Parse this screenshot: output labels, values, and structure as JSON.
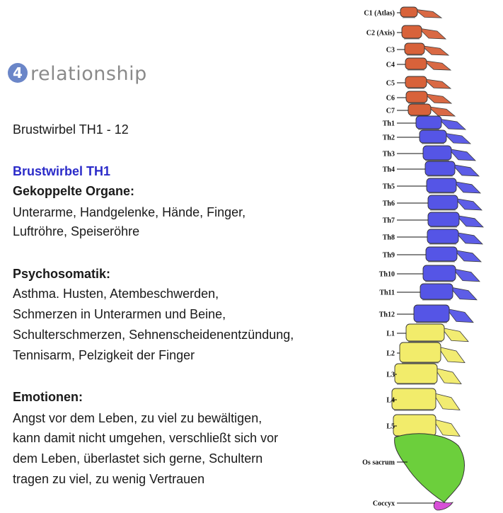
{
  "logo": {
    "mark": "4",
    "text": "relationship"
  },
  "intro": "Brustwirbel TH1 - 12",
  "heading": "Brustwirbel TH1",
  "organs": {
    "title": "Gekoppelte Organe:",
    "lines": [
      "Unterarme, Handgelenke, Hände,  Finger,",
      "Luftröhre, Speiseröhre"
    ]
  },
  "psycho": {
    "title": "Psychosomatik:",
    "lines": [
      "Asthma. Husten, Atembeschwerden,",
      "Schmerzen in Unterarmen und Beine,",
      "Schulterschmerzen, Sehnenscheidenentzündung,",
      "Tennisarm, Pelzigkeit der Finger"
    ]
  },
  "emotions": {
    "title": "Emotionen:",
    "lines": [
      "Angst vor dem Leben, zu viel zu bewältigen,",
      "kann damit nicht umgehen, verschließt sich vor",
      "dem Leben, überlastet sich gerne, Schultern",
      "tragen zu viel, zu wenig Vertrauen"
    ]
  },
  "spine": {
    "colors": {
      "cervical": "#d8623a",
      "thoracic": "#5555e6",
      "lumbar": "#f2ec6b",
      "sacrum": "#6ccf3c",
      "coccyx": "#d84fd8"
    },
    "labels": [
      "C1 (Atlas)",
      "C2 (Axis)",
      "C3",
      "C4",
      "C5",
      "C6",
      "C7",
      "Th1",
      "Th2",
      "Th3",
      "Th4",
      "Th5",
      "Th6",
      "Th7",
      "Th8",
      "Th9",
      "Th10",
      "Th11",
      "Th12",
      "L1",
      "L2",
      "L3",
      "L4",
      "L5",
      "Os sacrum",
      "Coccyx"
    ]
  }
}
